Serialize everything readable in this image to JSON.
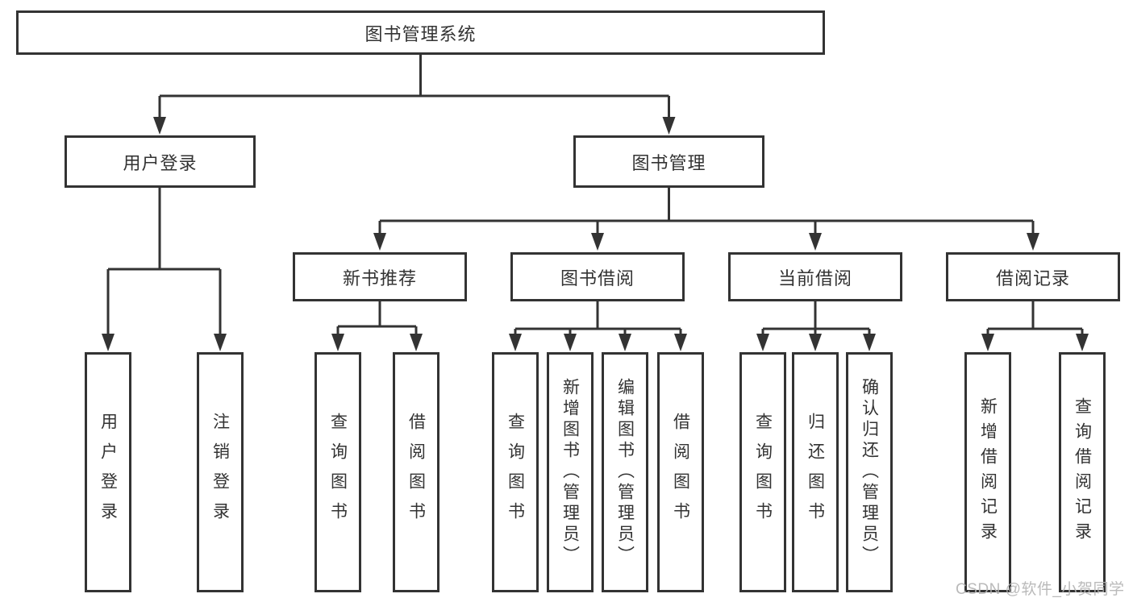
{
  "diagram": {
    "watermark": "CSDN @软件_小贺同学",
    "colors": {
      "line": "#333333",
      "box_border": "#333333",
      "text": "#333333",
      "watermark": "#b3b3b3",
      "background": "#ffffff"
    },
    "tree": {
      "label": "图书管理系统",
      "children": [
        {
          "label": "用户登录",
          "children": [
            {
              "label": "用户登录"
            },
            {
              "label": "注销登录"
            }
          ]
        },
        {
          "label": "图书管理",
          "children": [
            {
              "label": "新书推荐",
              "children": [
                {
                  "label": "查询图书"
                },
                {
                  "label": "借阅图书"
                }
              ]
            },
            {
              "label": "图书借阅",
              "children": [
                {
                  "label": "查询图书"
                },
                {
                  "label": "新增图书（管理员）"
                },
                {
                  "label": "编辑图书（管理员）"
                },
                {
                  "label": "借阅图书"
                }
              ]
            },
            {
              "label": "当前借阅",
              "children": [
                {
                  "label": "查询图书"
                },
                {
                  "label": "归还图书"
                },
                {
                  "label": "确认归还（管理员）"
                }
              ]
            },
            {
              "label": "借阅记录",
              "children": [
                {
                  "label": "新增借阅记录"
                },
                {
                  "label": "查询借阅记录"
                }
              ]
            }
          ]
        }
      ]
    }
  }
}
